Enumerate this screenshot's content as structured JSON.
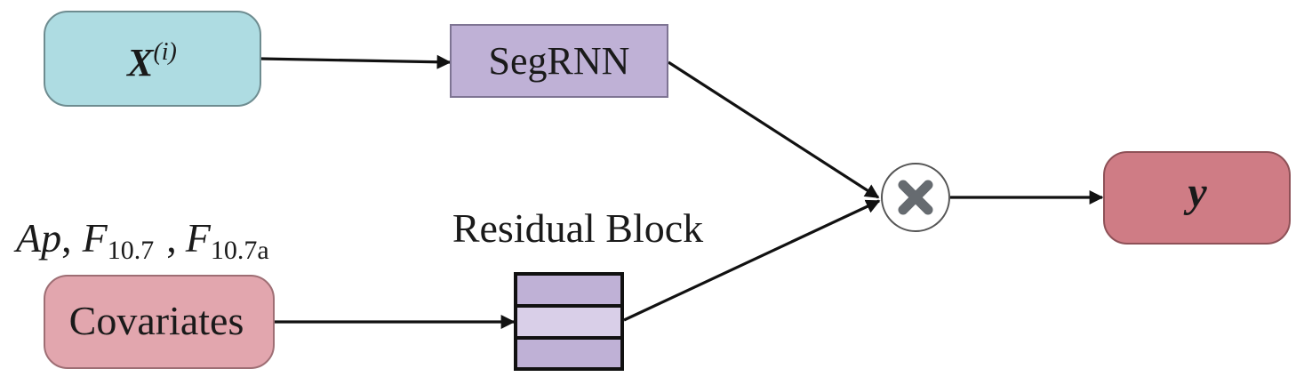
{
  "nodes": {
    "input_x": {
      "symbol": "X",
      "superscript": "(i)",
      "color": "#aedce2"
    },
    "segrnn": {
      "label": "SegRNN",
      "color": "#bfb1d6"
    },
    "covariates": {
      "label": "Covariates",
      "color": "#e2a6ae"
    },
    "residual_block": {
      "label": "Residual Block",
      "colors": [
        "#bfb1d6",
        "#d9cfe8",
        "#bfb1d6"
      ]
    },
    "multiply": {
      "symbol": "multiply-icon",
      "color": "#666b70"
    },
    "output_y": {
      "symbol": "y",
      "color": "#cf7c85"
    }
  },
  "covariate_inputs": {
    "ap": "Ap",
    "sep1": ",",
    "f107_base": "F",
    "f107_sub": "10.7",
    "sep2": ",",
    "f107a_base": "F",
    "f107a_sub": "10.7a"
  },
  "edges": [
    {
      "from": "input_x",
      "to": "segrnn"
    },
    {
      "from": "segrnn",
      "to": "multiply"
    },
    {
      "from": "covariates",
      "to": "residual_block"
    },
    {
      "from": "residual_block",
      "to": "multiply"
    },
    {
      "from": "multiply",
      "to": "output_y"
    }
  ]
}
